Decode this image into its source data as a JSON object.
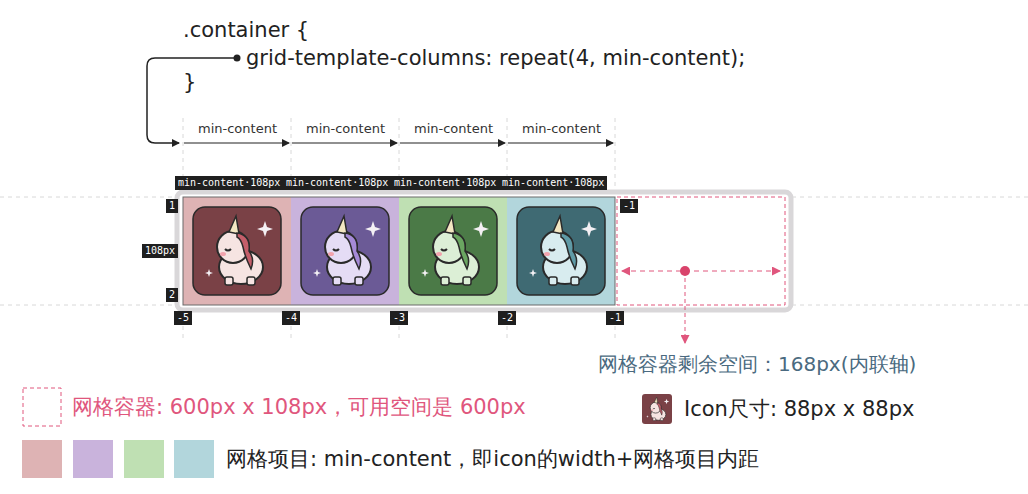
{
  "diagram": {
    "labels": [
      ".container {",
      "grid-template-columns: repeat(4, min-content);",
      "}",
      "min-content",
      "min-content",
      "min-content",
      "min-content",
      "min-content·108px",
      "min-content·108px",
      "min-content·108px",
      "min-content·108px",
      "1",
      "-1",
      "108px",
      "2",
      "-5",
      "-4",
      "-3",
      "-2",
      "-1",
      "网格容器剩余空间：168px(内联轴)"
    ],
    "legend": [
      {
        "text": "网格容器: 600px x 108px，可用空间是 600px"
      },
      {
        "text": "Icon尺寸: 88px x 88px"
      },
      {
        "text": "网格项目: min-content，即icon的width+网格项目内距",
        "color": "#deb3b4"
      }
    ]
  }
}
